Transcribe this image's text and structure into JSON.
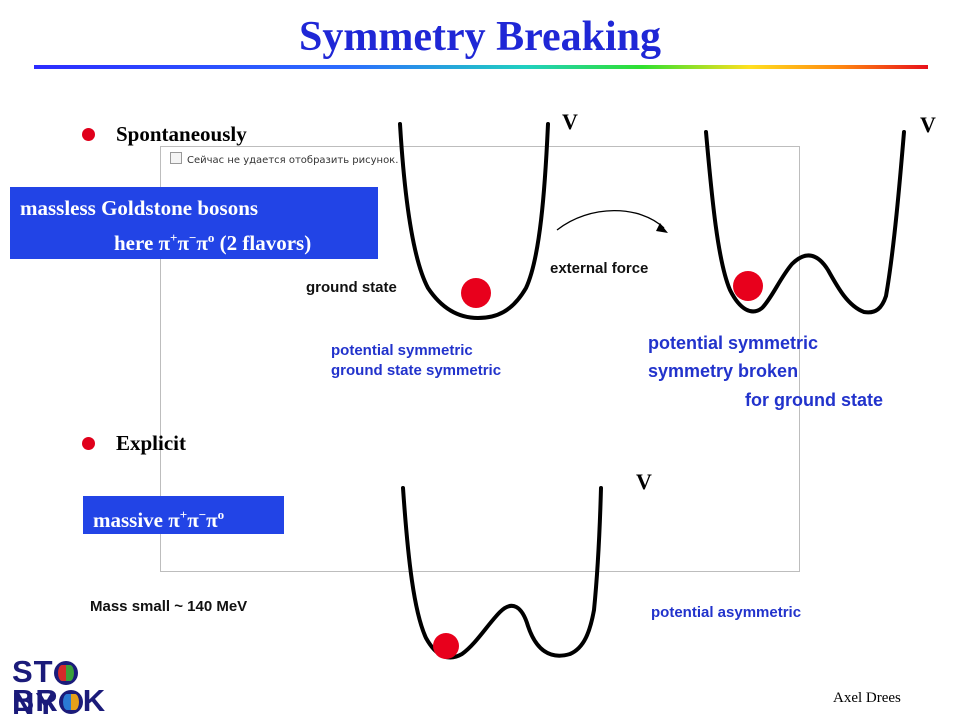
{
  "title": "Symmetry Breaking",
  "placeholder_message": "Сейчас не удается отобразить рисунок.",
  "bullets": {
    "spontaneous": "Spontaneously",
    "explicit": "Explicit"
  },
  "goldstone_box": {
    "line1": "massless Goldstone bosons",
    "line2_prefix": "here ",
    "line2_suffix": " (2 flavors)"
  },
  "massive_box": {
    "prefix": "massive "
  },
  "pion": {
    "pi": "π",
    "plus": "+",
    "minus": "−",
    "zero": "o"
  },
  "potential_label": "V",
  "labels": {
    "ground_state": "ground state",
    "external_force": "external force",
    "symmetric_caption": [
      "potential symmetric",
      "ground state symmetric"
    ],
    "broken_caption": [
      "potential symmetric",
      "symmetry broken",
      "for ground state"
    ],
    "asymmetric_caption": "potential asymmetric",
    "mass_small": "Mass small ~ 140 MeV"
  },
  "logo": {
    "line1": [
      "ST",
      "NY"
    ],
    "line2": [
      "BR",
      "K"
    ]
  },
  "author": "Axel Drees",
  "colors": {
    "title": "#1f27d6",
    "bullet": "#e0001b",
    "box": "#2244e6",
    "ball": "#e8001c",
    "caption_blue": "#2233cc"
  }
}
